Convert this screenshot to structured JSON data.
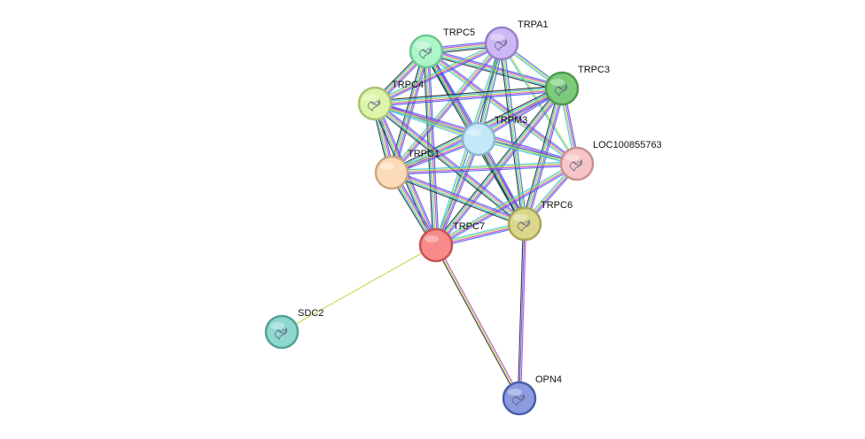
{
  "nodes": [
    {
      "id": "TRPC5",
      "label": "TRPC5",
      "color": "#aef5c8",
      "stroke": "#6fc692",
      "icon": "protein-structure-icon"
    },
    {
      "id": "TRPA1",
      "label": "TRPA1",
      "color": "#cdb8f5",
      "stroke": "#9680c7",
      "icon": "protein-structure-icon"
    },
    {
      "id": "TRPC3",
      "label": "TRPC3",
      "color": "#7ccb7a",
      "stroke": "#4e9a4c",
      "icon": "protein-structure-icon"
    },
    {
      "id": "TRPC4",
      "label": "TRPC4",
      "color": "#ddf5a8",
      "stroke": "#a6c477",
      "icon": "protein-structure-icon"
    },
    {
      "id": "TRPM3",
      "label": "TRPM3",
      "color": "#c4e8f8",
      "stroke": "#8bb7cc",
      "icon": "none"
    },
    {
      "id": "LOC100855763",
      "label": "LOC100855763",
      "color": "#f7c5c5",
      "stroke": "#c99191",
      "icon": "protein-structure-icon"
    },
    {
      "id": "TRPC1",
      "label": "TRPC1",
      "color": "#fcdcb8",
      "stroke": "#c9a683",
      "icon": "none"
    },
    {
      "id": "TRPC6",
      "label": "TRPC6",
      "color": "#dad68a",
      "stroke": "#a9a55a",
      "icon": "protein-structure-icon"
    },
    {
      "id": "TRPC7",
      "label": "TRPC7",
      "color": "#f88a8a",
      "stroke": "#c65454",
      "icon": "none"
    },
    {
      "id": "SDC2",
      "label": "SDC2",
      "color": "#8ed8cf",
      "stroke": "#55a198",
      "icon": "protein-structure-icon"
    },
    {
      "id": "OPN4",
      "label": "OPN4",
      "color": "#8b9be0",
      "stroke": "#4e5da6",
      "icon": "protein-structure-icon"
    }
  ],
  "edge_colors": [
    "#3b5cf0",
    "#c43ad6",
    "#222222",
    "#b5d93a",
    "#36bfe0",
    "#6a6ad0"
  ],
  "edges": [
    {
      "from": "TRPC5",
      "to": "TRPA1",
      "types": [
        0,
        1,
        3,
        4,
        2
      ]
    },
    {
      "from": "TRPC5",
      "to": "TRPC3",
      "types": [
        0,
        1,
        3,
        4,
        2
      ]
    },
    {
      "from": "TRPC5",
      "to": "TRPC4",
      "types": [
        0,
        1,
        3,
        4,
        2
      ]
    },
    {
      "from": "TRPC5",
      "to": "TRPM3",
      "types": [
        0,
        1,
        3,
        4,
        2
      ]
    },
    {
      "from": "TRPC5",
      "to": "LOC100855763",
      "types": [
        0,
        1,
        3,
        4
      ]
    },
    {
      "from": "TRPC5",
      "to": "TRPC1",
      "types": [
        0,
        1,
        3,
        4,
        2
      ]
    },
    {
      "from": "TRPC5",
      "to": "TRPC6",
      "types": [
        0,
        1,
        3,
        4,
        2
      ]
    },
    {
      "from": "TRPC5",
      "to": "TRPC7",
      "types": [
        0,
        1,
        3,
        4,
        2
      ]
    },
    {
      "from": "TRPA1",
      "to": "TRPC3",
      "types": [
        0,
        3,
        4
      ]
    },
    {
      "from": "TRPA1",
      "to": "TRPC4",
      "types": [
        0,
        1,
        3,
        4
      ]
    },
    {
      "from": "TRPA1",
      "to": "TRPM3",
      "types": [
        0,
        3,
        4,
        2
      ]
    },
    {
      "from": "TRPA1",
      "to": "LOC100855763",
      "types": [
        3,
        4
      ]
    },
    {
      "from": "TRPA1",
      "to": "TRPC1",
      "types": [
        0,
        1,
        3,
        4
      ]
    },
    {
      "from": "TRPA1",
      "to": "TRPC6",
      "types": [
        0,
        3,
        4,
        2
      ]
    },
    {
      "from": "TRPA1",
      "to": "TRPC7",
      "types": [
        0,
        3,
        4
      ]
    },
    {
      "from": "TRPC3",
      "to": "TRPC4",
      "types": [
        0,
        1,
        3,
        4,
        2
      ]
    },
    {
      "from": "TRPC3",
      "to": "TRPM3",
      "types": [
        0,
        1,
        3,
        4
      ]
    },
    {
      "from": "TRPC3",
      "to": "LOC100855763",
      "types": [
        0,
        1,
        3,
        4
      ]
    },
    {
      "from": "TRPC3",
      "to": "TRPC1",
      "types": [
        0,
        1,
        3,
        4,
        2
      ]
    },
    {
      "from": "TRPC3",
      "to": "TRPC6",
      "types": [
        0,
        1,
        3,
        4,
        2
      ]
    },
    {
      "from": "TRPC3",
      "to": "TRPC7",
      "types": [
        0,
        1,
        3,
        4,
        2
      ]
    },
    {
      "from": "TRPC4",
      "to": "TRPM3",
      "types": [
        0,
        1,
        3,
        4
      ]
    },
    {
      "from": "TRPC4",
      "to": "LOC100855763",
      "types": [
        0,
        1,
        3,
        4
      ]
    },
    {
      "from": "TRPC4",
      "to": "TRPC1",
      "types": [
        0,
        1,
        3,
        4,
        2
      ]
    },
    {
      "from": "TRPC4",
      "to": "TRPC6",
      "types": [
        0,
        1,
        3,
        4,
        2
      ]
    },
    {
      "from": "TRPC4",
      "to": "TRPC7",
      "types": [
        0,
        1,
        3,
        4,
        2
      ]
    },
    {
      "from": "TRPM3",
      "to": "LOC100855763",
      "types": [
        0,
        3,
        4
      ]
    },
    {
      "from": "TRPM3",
      "to": "TRPC1",
      "types": [
        0,
        1,
        3,
        4
      ]
    },
    {
      "from": "TRPM3",
      "to": "TRPC6",
      "types": [
        0,
        1,
        3,
        4,
        2
      ]
    },
    {
      "from": "TRPM3",
      "to": "TRPC7",
      "types": [
        0,
        1,
        3,
        4
      ]
    },
    {
      "from": "LOC100855763",
      "to": "TRPC1",
      "types": [
        0,
        1,
        3,
        4
      ]
    },
    {
      "from": "LOC100855763",
      "to": "TRPC6",
      "types": [
        0,
        1,
        3,
        4
      ]
    },
    {
      "from": "LOC100855763",
      "to": "TRPC7",
      "types": [
        0,
        1,
        3,
        4
      ]
    },
    {
      "from": "TRPC1",
      "to": "TRPC6",
      "types": [
        0,
        1,
        3,
        4,
        2
      ]
    },
    {
      "from": "TRPC1",
      "to": "TRPC7",
      "types": [
        0,
        1,
        3,
        4,
        2
      ]
    },
    {
      "from": "TRPC6",
      "to": "TRPC7",
      "types": [
        0,
        1,
        3,
        4
      ]
    },
    {
      "from": "TRPC7",
      "to": "SDC2",
      "types": [
        3
      ]
    },
    {
      "from": "TRPC7",
      "to": "OPN4",
      "types": [
        1,
        3,
        2
      ]
    },
    {
      "from": "TRPC6",
      "to": "OPN4",
      "types": [
        1,
        0,
        2
      ]
    }
  ]
}
